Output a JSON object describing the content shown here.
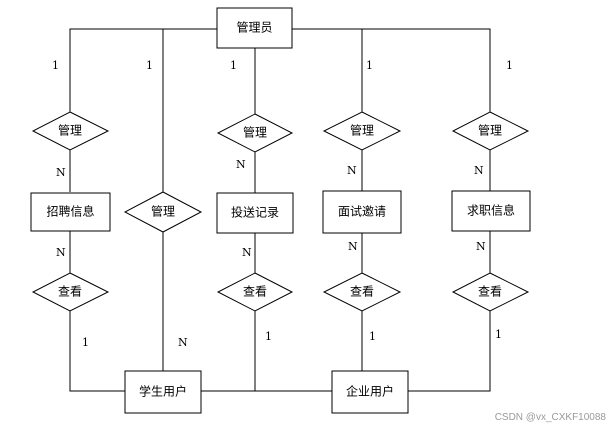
{
  "entities": {
    "admin": "管理员",
    "recruitment": "招聘信息",
    "delivery": "投送记录",
    "interview": "面试邀请",
    "job_seeking": "求职信息",
    "student": "学生用户",
    "company": "企业用户"
  },
  "relationships": {
    "manage": "管理",
    "view": "查看"
  },
  "cardinality": {
    "one": "1",
    "many": "N"
  },
  "watermark": "CSDN @vx_CXKF10088"
}
